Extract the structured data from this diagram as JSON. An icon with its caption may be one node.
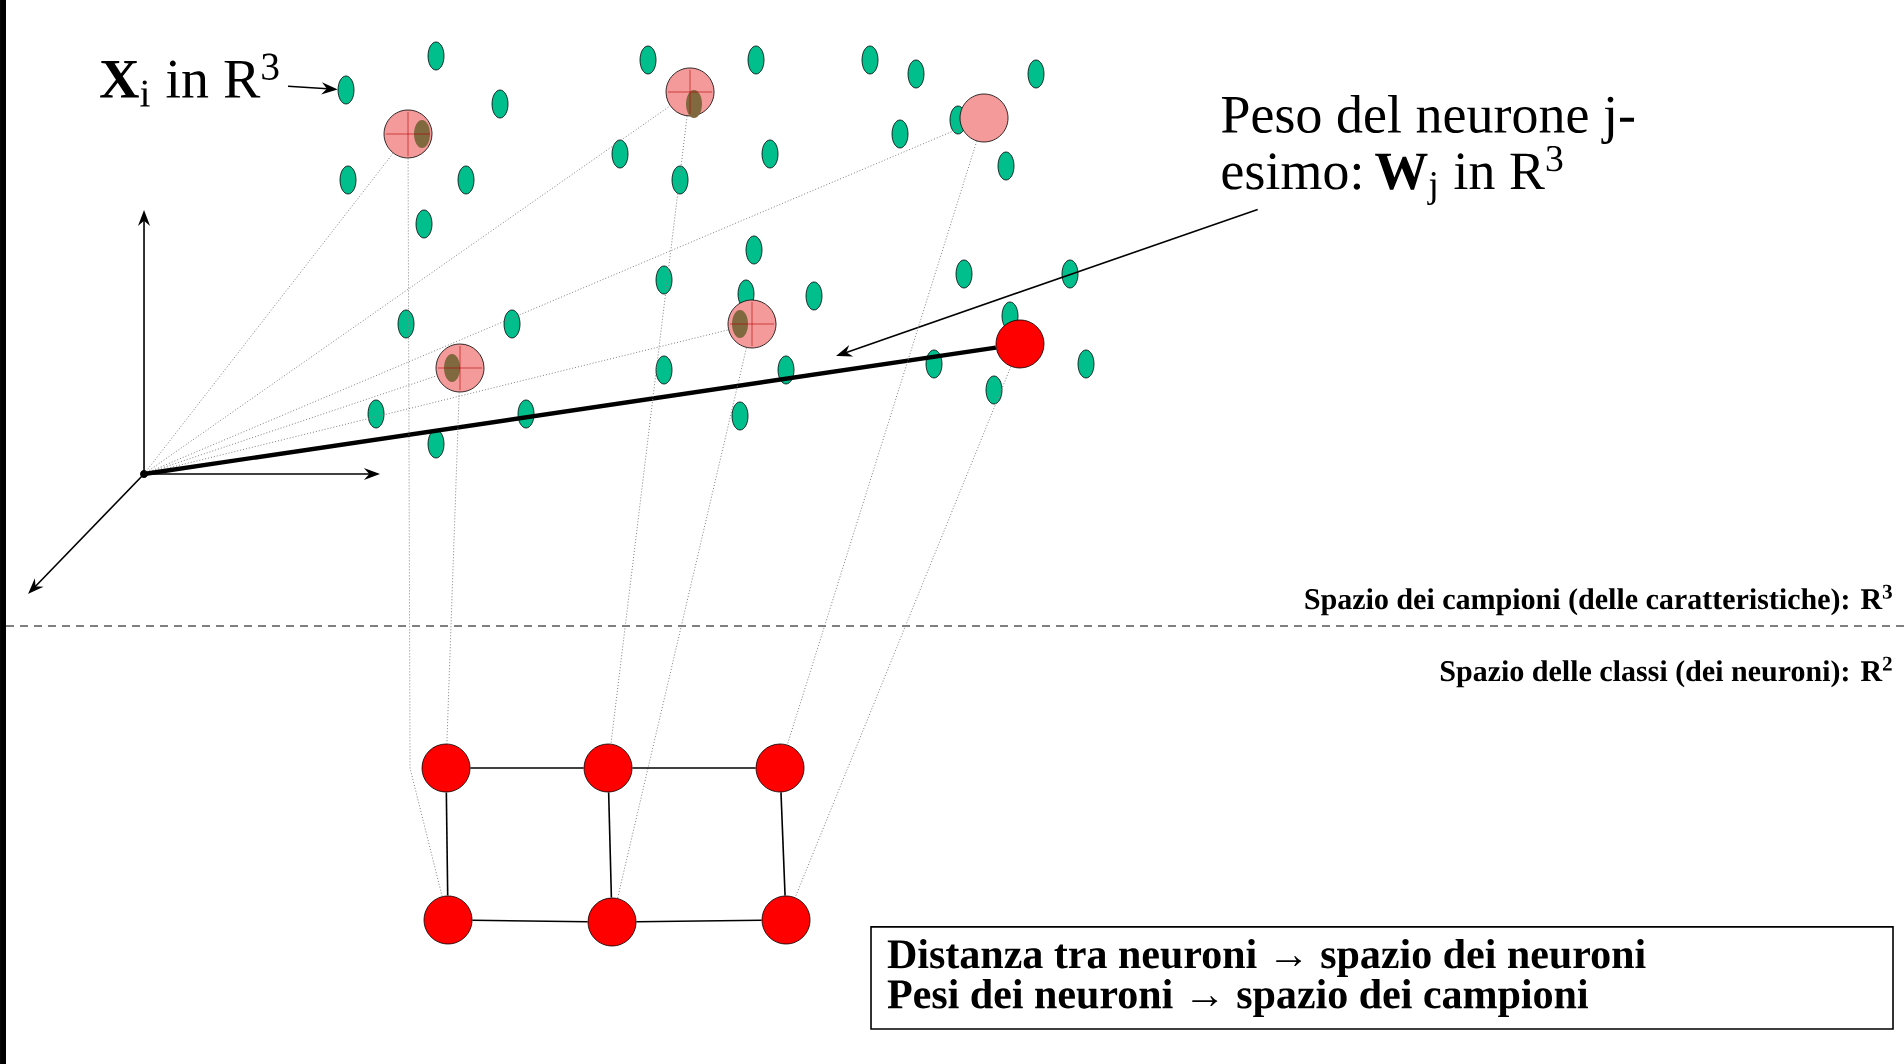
{
  "diagram": {
    "nodes": [
      {
        "text": [
          "**X**$_{i}$ in R$^{3}$"
        ]
      },
      {
        "text": [],
        "shape": "ellipse"
      },
      {
        "text": [
          "Peso del neurone j-esimo: **W**$_{j}$ in R$^{3}$"
        ]
      },
      {
        "text": [],
        "shape": "point"
      },
      {
        "text": [],
        "shape": "circle"
      },
      {
        "text": [],
        "shape": "circle"
      },
      {
        "text": [],
        "shape": "circle"
      },
      {
        "text": [],
        "shape": "circle"
      },
      {
        "text": [],
        "shape": "circle"
      },
      {
        "text": [],
        "shape": "circle"
      },
      {
        "text": [],
        "shape": "circle"
      },
      {
        "text": [],
        "shape": "circle"
      },
      {
        "text": [],
        "shape": "circle"
      },
      {
        "text": [],
        "shape": "circle"
      },
      {
        "text": [],
        "shape": "circle"
      },
      {
        "text": [],
        "shape": "circle"
      },
      {
        "text": [
          "Distanza tra neuroni → spazio dei neuroni",
          "Pesi dei neuroni → spazio dei campioni"
        ]
      }
    ],
    "edges": [
      {
        "from": 0,
        "to": 1,
        "arrow": "to",
        "color": "#000000"
      },
      {
        "from": 2,
        "to": null,
        "arrow": "to",
        "color": "#000000"
      },
      {
        "from": 3,
        "to": 4,
        "arrow": "none",
        "style": "dashed",
        "color": "#808080"
      },
      {
        "from": 3,
        "to": 5,
        "arrow": "none",
        "style": "dashed",
        "color": "#808080"
      },
      {
        "from": 3,
        "to": 6,
        "arrow": "none",
        "style": "dashed",
        "color": "#808080"
      },
      {
        "from": 3,
        "to": 7,
        "arrow": "none",
        "style": "dashed",
        "color": "#808080"
      },
      {
        "from": 3,
        "to": 8,
        "arrow": "none",
        "style": "dashed",
        "color": "#808080"
      },
      {
        "from": 3,
        "to": 9,
        "arrow": "none",
        "style": "thick",
        "color": "#000000"
      },
      {
        "from": 4,
        "to": 13,
        "arrow": "none",
        "style": "dashed",
        "color": "#808080"
      },
      {
        "from": 5,
        "to": 11,
        "arrow": "none",
        "style": "dashed",
        "color": "#808080"
      },
      {
        "from": 6,
        "to": 12,
        "arrow": "none",
        "style": "dashed",
        "color": "#808080"
      },
      {
        "from": 7,
        "to": 10,
        "arrow": "none",
        "style": "dashed",
        "color": "#808080"
      },
      {
        "from": 8,
        "to": 14,
        "arrow": "none",
        "style": "dashed",
        "color": "#808080"
      },
      {
        "from": 9,
        "to": 15,
        "arrow": "none",
        "style": "dashed",
        "color": "#808080"
      },
      {
        "from": 10,
        "to": 11,
        "arrow": "none",
        "color": "#000000"
      },
      {
        "from": 11,
        "to": 12,
        "arrow": "none",
        "color": "#000000"
      },
      {
        "from": 13,
        "to": 14,
        "arrow": "none",
        "color": "#000000"
      },
      {
        "from": 14,
        "to": 15,
        "arrow": "none",
        "color": "#000000"
      },
      {
        "from": 10,
        "to": 13,
        "arrow": "none",
        "color": "#000000"
      },
      {
        "from": 11,
        "to": 14,
        "arrow": "none",
        "color": "#000000"
      },
      {
        "from": 12,
        "to": 15,
        "arrow": "none",
        "color": "#000000"
      }
    ],
    "labels": [
      "Spazio dei campioni (delle caratteristiche): R$^{3}$",
      "Spazio delle classi (dei neuroni): R$^{2}$"
    ]
  }
}
